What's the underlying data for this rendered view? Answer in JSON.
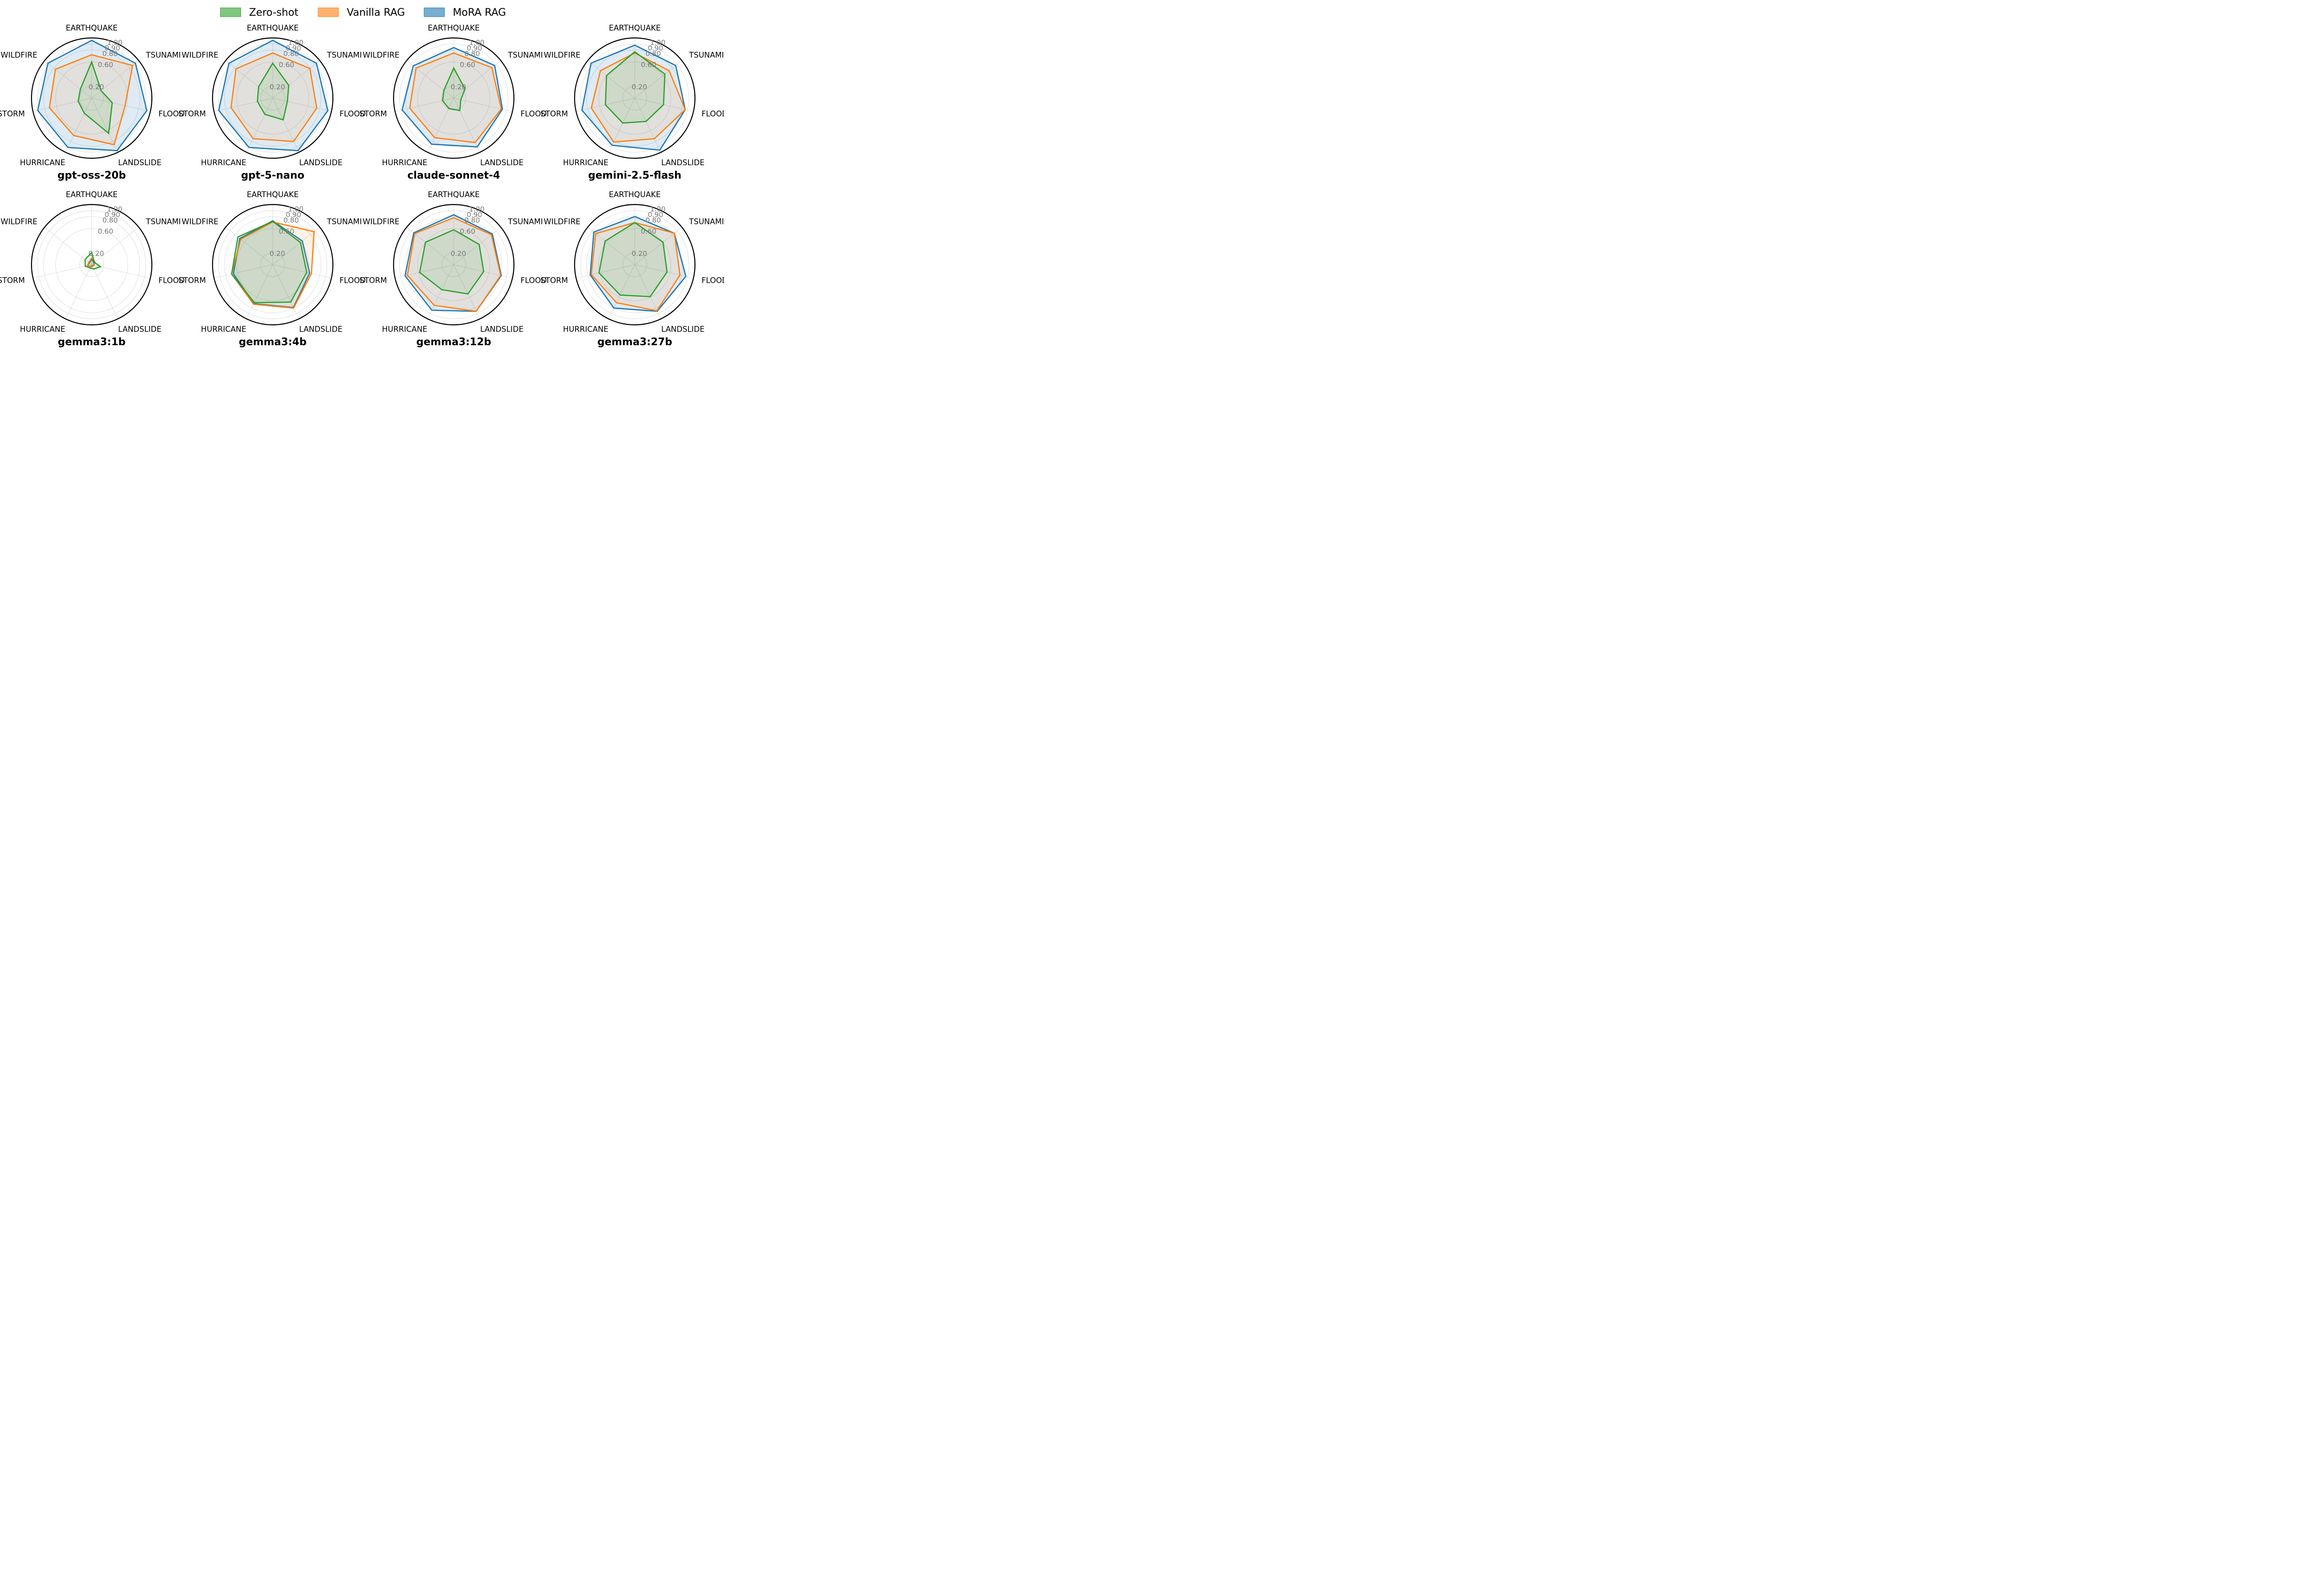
{
  "legend": [
    {
      "name": "Zero-shot",
      "color": "#2ca02c"
    },
    {
      "name": "Vanilla RAG",
      "color": "#ff7f0e"
    },
    {
      "name": "MoRA RAG",
      "color": "#1f77b4"
    }
  ],
  "chart_data": [
    {
      "type": "radar",
      "title": "gpt-oss-20b",
      "categories": [
        "EARTHQUAKE",
        "TSUNAMI",
        "FLOOD",
        "LANDSLIDE",
        "HURRICANE",
        "STORM",
        "WILDFIRE"
      ],
      "radial_ticks": [
        "0.20",
        "0.60",
        "0.80",
        "0.90",
        "1.00"
      ],
      "series": [
        {
          "name": "Zero-shot",
          "values": [
            0.6,
            0.2,
            0.35,
            0.65,
            0.28,
            0.23,
            0.24
          ]
        },
        {
          "name": "Vanilla RAG",
          "values": [
            0.72,
            0.87,
            0.57,
            0.86,
            0.69,
            0.72,
            0.77
          ]
        },
        {
          "name": "MoRA RAG",
          "values": [
            0.96,
            0.93,
            0.94,
            0.97,
            0.91,
            0.92,
            0.93
          ]
        }
      ]
    },
    {
      "type": "radar",
      "title": "gpt-5-nano",
      "categories": [
        "EARTHQUAKE",
        "TSUNAMI",
        "FLOOD",
        "LANDSLIDE",
        "HURRICANE",
        "STORM",
        "WILDFIRE"
      ],
      "radial_ticks": [
        "0.20",
        "0.60",
        "0.80",
        "0.90",
        "1.00"
      ],
      "series": [
        {
          "name": "Zero-shot",
          "values": [
            0.58,
            0.34,
            0.25,
            0.4,
            0.3,
            0.26,
            0.3
          ]
        },
        {
          "name": "Vanilla RAG",
          "values": [
            0.75,
            0.79,
            0.75,
            0.8,
            0.75,
            0.71,
            0.78
          ]
        },
        {
          "name": "MoRA RAG",
          "values": [
            0.96,
            0.93,
            0.94,
            0.97,
            0.91,
            0.92,
            0.93
          ]
        }
      ]
    },
    {
      "type": "radar",
      "title": "claude-sonnet-4",
      "categories": [
        "EARTHQUAKE",
        "TSUNAMI",
        "FLOOD",
        "LANDSLIDE",
        "HURRICANE",
        "STORM",
        "WILDFIRE"
      ],
      "radial_ticks": [
        "0.20",
        "0.60",
        "0.80",
        "0.90",
        "1.00"
      ],
      "series": [
        {
          "name": "Zero-shot",
          "values": [
            0.5,
            0.24,
            0.12,
            0.23,
            0.19,
            0.19,
            0.21
          ]
        },
        {
          "name": "Vanilla RAG",
          "values": [
            0.75,
            0.81,
            0.81,
            0.82,
            0.73,
            0.75,
            0.8
          ]
        },
        {
          "name": "MoRA RAG",
          "values": [
            0.84,
            0.87,
            0.83,
            0.9,
            0.85,
            0.88,
            0.86
          ]
        }
      ]
    },
    {
      "type": "radar",
      "title": "gemini-2.5-flash",
      "categories": [
        "EARTHQUAKE",
        "TSUNAMI",
        "FLOOD",
        "LANDSLIDE",
        "HURRICANE",
        "STORM",
        "WILDFIRE"
      ],
      "radial_ticks": [
        "0.20",
        "0.60",
        "0.80",
        "0.90",
        "1.00"
      ],
      "series": [
        {
          "name": "Zero-shot",
          "values": [
            0.77,
            0.64,
            0.49,
            0.43,
            0.46,
            0.5,
            0.6
          ]
        },
        {
          "name": "Vanilla RAG",
          "values": [
            0.75,
            0.73,
            0.86,
            0.75,
            0.81,
            0.74,
            0.73
          ]
        },
        {
          "name": "MoRA RAG",
          "values": [
            0.88,
            0.87,
            0.86,
            0.96,
            0.87,
            0.9,
            0.93
          ]
        }
      ]
    },
    {
      "type": "radar",
      "title": "gemma3:1b",
      "categories": [
        "EARTHQUAKE",
        "TSUNAMI",
        "FLOOD",
        "LANDSLIDE",
        "HURRICANE",
        "STORM",
        "WILDFIRE"
      ],
      "radial_ticks": [
        "0.20",
        "0.60",
        "0.80",
        "0.90",
        "1.00"
      ],
      "series": [
        {
          "name": "Zero-shot",
          "values": [
            0.2,
            0.06,
            0.15,
            0.08,
            0.06,
            0.11,
            0.14
          ]
        },
        {
          "name": "Vanilla RAG",
          "values": [
            0.11,
            0.07,
            0.04,
            0.03,
            0.04,
            0.07,
            0.06
          ]
        },
        {
          "name": "MoRA RAG",
          "values": [
            0.09,
            0.05,
            0.04,
            0.02,
            0.04,
            0.07,
            0.05
          ]
        }
      ]
    },
    {
      "type": "radar",
      "title": "gemma3:4b",
      "categories": [
        "EARTHQUAKE",
        "TSUNAMI",
        "FLOOD",
        "LANDSLIDE",
        "HURRICANE",
        "STORM",
        "WILDFIRE"
      ],
      "radial_ticks": [
        "0.20",
        "0.60",
        "0.80",
        "0.90",
        "1.00"
      ],
      "series": [
        {
          "name": "Zero-shot",
          "values": [
            0.72,
            0.59,
            0.58,
            0.69,
            0.7,
            0.7,
            0.74
          ]
        },
        {
          "name": "Vanilla RAG",
          "values": [
            0.71,
            0.88,
            0.66,
            0.8,
            0.73,
            0.7,
            0.68
          ]
        },
        {
          "name": "MoRA RAG",
          "values": [
            0.73,
            0.63,
            0.63,
            0.79,
            0.72,
            0.67,
            0.7
          ]
        }
      ]
    },
    {
      "type": "radar",
      "title": "gemma3:12b",
      "categories": [
        "EARTHQUAKE",
        "TSUNAMI",
        "FLOOD",
        "LANDSLIDE",
        "HURRICANE",
        "STORM",
        "WILDFIRE"
      ],
      "radial_ticks": [
        "0.20",
        "0.60",
        "0.80",
        "0.90",
        "1.00"
      ],
      "series": [
        {
          "name": "Zero-shot",
          "values": [
            0.58,
            0.54,
            0.51,
            0.54,
            0.46,
            0.58,
            0.6
          ]
        },
        {
          "name": "Vanilla RAG",
          "values": [
            0.78,
            0.8,
            0.8,
            0.86,
            0.75,
            0.79,
            0.83
          ]
        },
        {
          "name": "MoRA RAG",
          "values": [
            0.83,
            0.82,
            0.81,
            0.86,
            0.84,
            0.83,
            0.85
          ]
        }
      ]
    },
    {
      "type": "radar",
      "title": "gemma3:27b",
      "categories": [
        "EARTHQUAKE",
        "TSUNAMI",
        "FLOOD",
        "LANDSLIDE",
        "HURRICANE",
        "STORM",
        "WILDFIRE"
      ],
      "radial_ticks": [
        "0.20",
        "0.60",
        "0.80",
        "0.90",
        "1.00"
      ],
      "series": [
        {
          "name": "Zero-shot",
          "values": [
            0.7,
            0.6,
            0.55,
            0.59,
            0.56,
            0.61,
            0.63
          ]
        },
        {
          "name": "Vanilla RAG",
          "values": [
            0.7,
            0.84,
            0.77,
            0.85,
            0.7,
            0.74,
            0.83
          ]
        },
        {
          "name": "MoRA RAG",
          "values": [
            0.8,
            0.84,
            0.87,
            0.86,
            0.8,
            0.76,
            0.87
          ]
        }
      ]
    }
  ]
}
